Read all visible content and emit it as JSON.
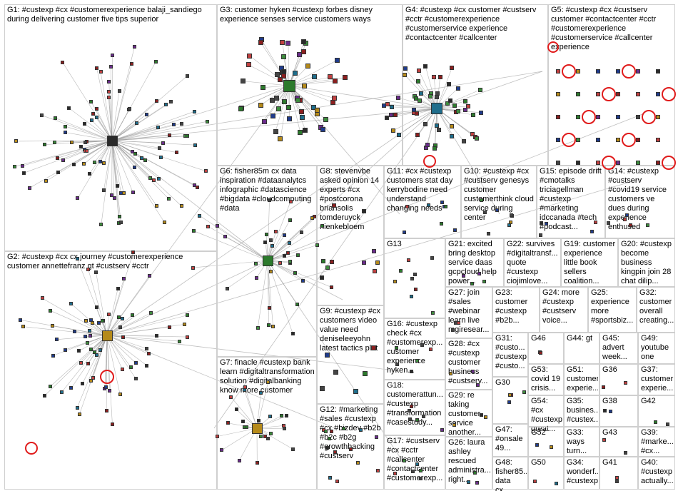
{
  "diagram": {
    "background": "#ffffff",
    "edge_color": "#8c8c8c",
    "highlight_color": "#e01b1b",
    "groups": [
      {
        "id": "G1",
        "label": "G1: #custexp #cx #customerexperience balaji_sandiego during delivering customer five tips superior"
      },
      {
        "id": "G2",
        "label": "G2: #custexp #cx cx journey #customerexperience customer annettefranz gt #custserv #cctr"
      },
      {
        "id": "G3",
        "label": "G3: customer hyken #custexp forbes disney experience senses service customers ways"
      },
      {
        "id": "G4",
        "label": "G4: #custexp #cx customer #custserv #cctr #customerexperience #customerservice experience #contactcenter #callcenter"
      },
      {
        "id": "G5",
        "label": "G5: #custexp #cx #custserv customer #contactcenter #cctr #customerexperience #customerservice #callcenter experience"
      },
      {
        "id": "G6",
        "label": "G6: fisher85m cx data inspiration #dataanalytcs infographic #datascience #bigdata #cloudcomputing #data"
      },
      {
        "id": "G7",
        "label": "G7: finacle #custexp bank learn #digitaltransformation solution #digitalbanking know more customer"
      },
      {
        "id": "G8",
        "label": "G8: stevenvbe asked opinion 14 experts #cx #postcorona briansolis tomderuyck nienkebloem"
      },
      {
        "id": "G9",
        "label": "G9: #custexp #cx customers video value need deniseleeyohn latest tactics plot"
      },
      {
        "id": "G10",
        "label": "G10: #custexp #cx #custserv genesys customer customerthink cloud service during center"
      },
      {
        "id": "G11",
        "label": "G11: #cx #custexp customers stat day kerrybodine need understand changing needs"
      },
      {
        "id": "G12",
        "label": "G12: #marketing #sales #custexp #cx #bizdev #b2b #b2c #b2g #growthhacking #custserv"
      },
      {
        "id": "G13",
        "label": "G13"
      },
      {
        "id": "G14",
        "label": "G14: #custexp #custserv #covid19 service customers ve dues during experience enthused"
      },
      {
        "id": "G15",
        "label": "G15: episode drift #cmotalks triciagellman #custexp #marketing idccanada #tech #podcast..."
      },
      {
        "id": "G16",
        "label": "G16: #custexp check #cx #customerexp... customer experience hyken..."
      },
      {
        "id": "G17",
        "label": "G17: #custserv #cx #cctr #callcenter #contactcenter #customerexp..."
      },
      {
        "id": "G18",
        "label": "G18: customerattun... #custexp #transformation #casestudy..."
      },
      {
        "id": "G19",
        "label": "G19: customer experience little book sellers coalition..."
      },
      {
        "id": "G20",
        "label": "G20: #custexp become business kingpin join 28 chat dilip..."
      },
      {
        "id": "G21",
        "label": "G21: excited bring desktop service daas gcpcloud help power..."
      },
      {
        "id": "G22",
        "label": "G22: survives #digitaltransf... quote #custexp ciojimlove..."
      },
      {
        "id": "G23",
        "label": "G23: customer #custexp #b2b..."
      },
      {
        "id": "G24",
        "label": "G24: more #custexp #custserv voice..."
      },
      {
        "id": "G25",
        "label": "G25: experience more #sportsbiz..."
      },
      {
        "id": "G26",
        "label": "G26: laura ashley rescued administra... right..."
      },
      {
        "id": "G27",
        "label": "G27: join #sales #webinar learn live mgiresear..."
      },
      {
        "id": "G28",
        "label": "G28: #cx #custexp customer business #custserv..."
      },
      {
        "id": "G29",
        "label": "G29: re taking customer service another..."
      },
      {
        "id": "G30",
        "label": "G30"
      },
      {
        "id": "G31",
        "label": "G31: #custo... #custexp #custo..."
      },
      {
        "id": "G32",
        "label": "G32: customer overall creating..."
      },
      {
        "id": "G33",
        "label": "G33: ways turn..."
      },
      {
        "id": "G34",
        "label": "G34: wonderf... #custexp"
      },
      {
        "id": "G35",
        "label": "G35: busines... #custex..."
      },
      {
        "id": "G36",
        "label": "G36"
      },
      {
        "id": "G37",
        "label": "G37: customer experie..."
      },
      {
        "id": "G38",
        "label": "G38"
      },
      {
        "id": "G39",
        "label": "G39: #marke... #cx..."
      },
      {
        "id": "G40",
        "label": "G40: #custexp actually..."
      },
      {
        "id": "G41",
        "label": "G41"
      },
      {
        "id": "G42",
        "label": "G42"
      },
      {
        "id": "G43",
        "label": "G43"
      },
      {
        "id": "G44",
        "label": "G44: gt"
      },
      {
        "id": "G45",
        "label": "G45: advert week..."
      },
      {
        "id": "G46",
        "label": "G46"
      },
      {
        "id": "G47",
        "label": "G47: #onsale 49..."
      },
      {
        "id": "G48",
        "label": "G48: fisher85... data cx..."
      },
      {
        "id": "G49",
        "label": "G49: youtube one"
      },
      {
        "id": "G50",
        "label": "G50"
      },
      {
        "id": "G51",
        "label": "G51: customer experie..."
      },
      {
        "id": "G52",
        "label": "G52"
      },
      {
        "id": "G53",
        "label": "G53: covid 19 crisis..."
      },
      {
        "id": "G54",
        "label": "G54: #cx #custexp great..."
      }
    ]
  }
}
